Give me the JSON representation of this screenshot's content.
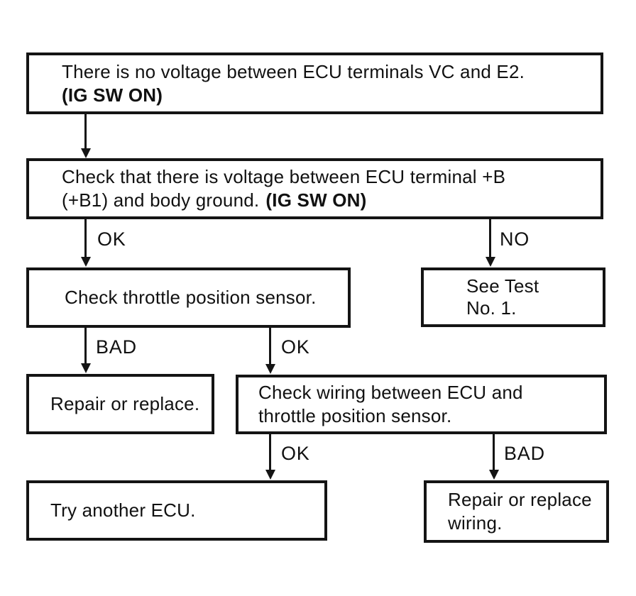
{
  "flowchart": {
    "description": "ECU throttle position sensor troubleshooting flowchart",
    "colors": {
      "ink": "#141414",
      "background": "#ffffff"
    },
    "nodes": {
      "problem": {
        "line1": "There is no voltage between ECU terminals VC and E2.",
        "line2_bold": "(IG SW ON)"
      },
      "check_b_voltage": {
        "line1": "Check that there is voltage between ECU terminal +B",
        "line2": "(+B1) and body ground.",
        "line2_bold": "(IG SW ON)"
      },
      "check_tps": {
        "line1": "Check throttle position sensor."
      },
      "see_test": {
        "line1": "See Test",
        "line2": "No. 1."
      },
      "repair_replace": {
        "line1": "Repair or replace."
      },
      "check_wiring": {
        "line1": "Check wiring between ECU and",
        "line2": "throttle position sensor."
      },
      "try_another_ecu": {
        "line1": "Try another ECU."
      },
      "repair_wiring": {
        "line1": "Repair or replace",
        "line2": "wiring."
      }
    },
    "edge_labels": {
      "check_b_ok": "OK",
      "check_b_no": "NO",
      "tps_bad": "BAD",
      "tps_ok": "OK",
      "wiring_ok": "OK",
      "wiring_bad": "BAD"
    }
  }
}
